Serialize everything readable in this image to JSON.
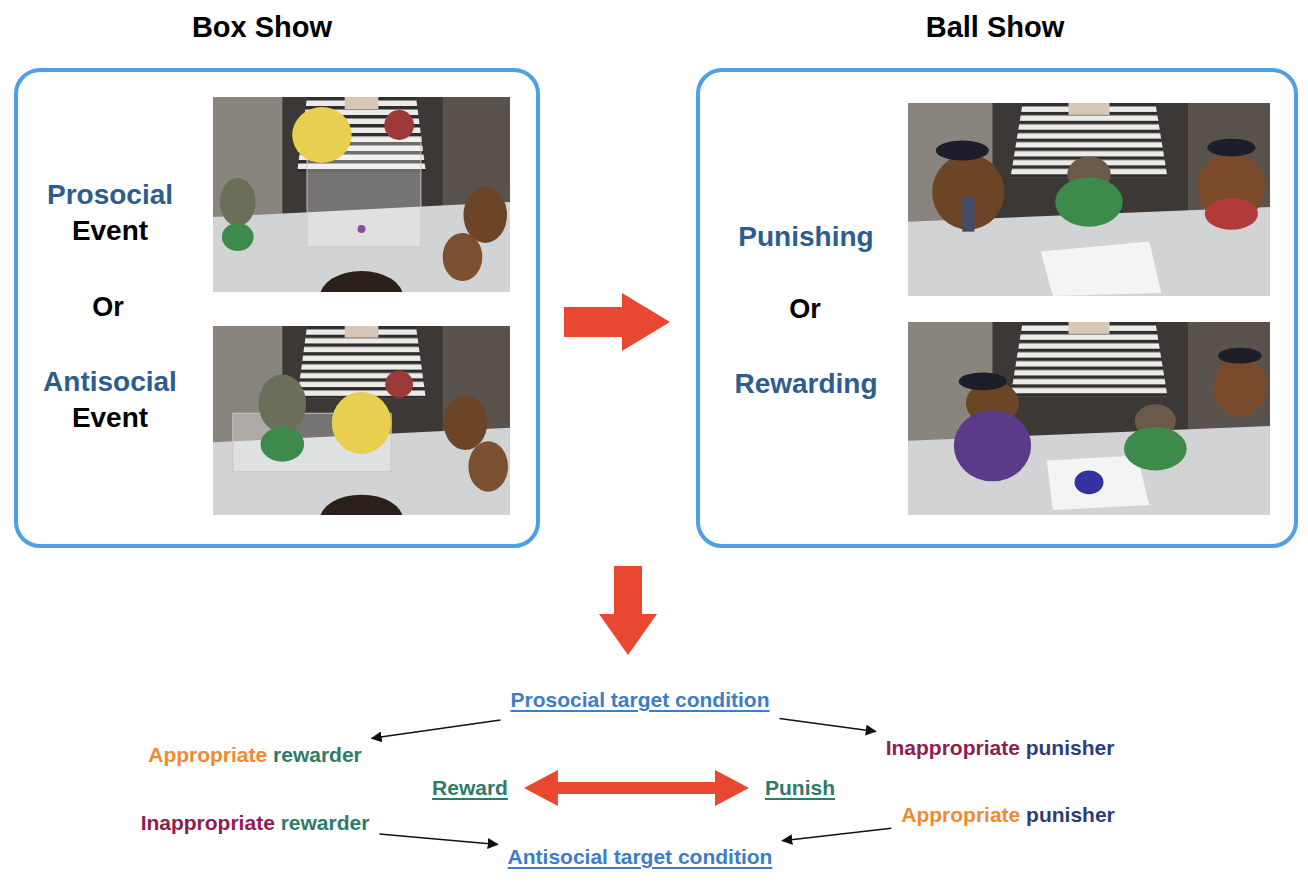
{
  "diagram": {
    "nodes": [
      {
        "text": [
          "Box Show",
          "Prosocial Event",
          "Or",
          "Antisocial Event"
        ]
      },
      {
        "text": [
          "Ball Show",
          "Punishing",
          "Or",
          "Rewarding"
        ]
      },
      {
        "text": [
          "Prosocial target condition"
        ]
      },
      {
        "text": [
          "Appropriate rewarder"
        ]
      },
      {
        "text": [
          "Inappropriate punisher"
        ]
      },
      {
        "text": [
          "Reward"
        ]
      },
      {
        "text": [
          "Punish"
        ]
      },
      {
        "text": [
          "Inappropriate rewarder"
        ]
      },
      {
        "text": [
          "Appropriate punisher"
        ]
      },
      {
        "text": [
          "Antisocial target condition"
        ]
      }
    ],
    "edges": [
      {
        "from": 0,
        "to": 1,
        "arrow": "to"
      },
      {
        "from": 2,
        "to": 3,
        "arrow": "to"
      },
      {
        "from": 2,
        "to": 4,
        "arrow": "to"
      },
      {
        "from": 5,
        "to": 6,
        "arrow": "both"
      },
      {
        "from": 7,
        "to": 9,
        "arrow": "to"
      },
      {
        "from": 8,
        "to": 9,
        "arrow": "to"
      }
    ]
  }
}
